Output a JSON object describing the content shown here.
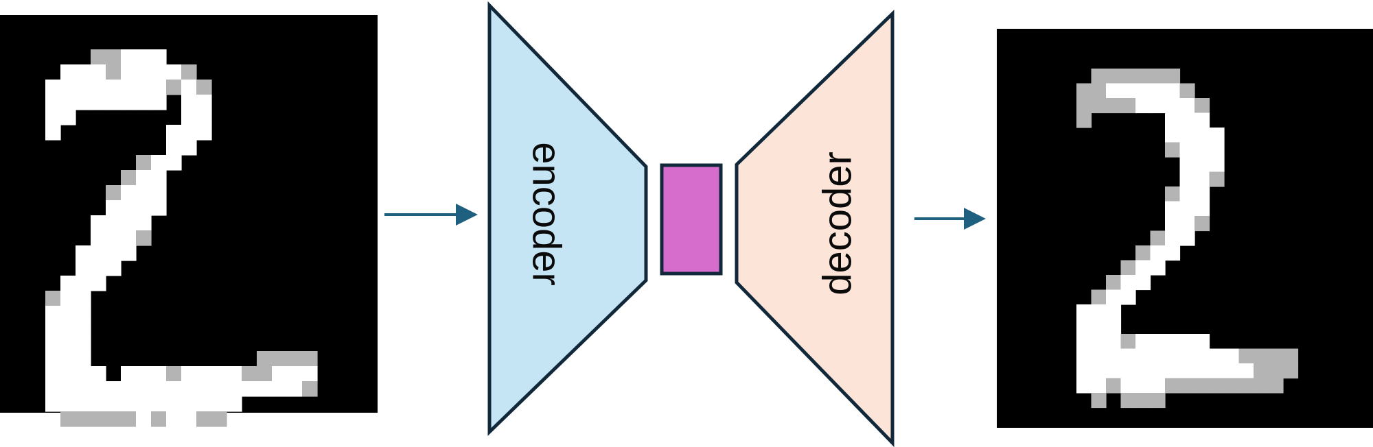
{
  "encoder": {
    "label": "encoder",
    "fill": "#c5e4f4"
  },
  "decoder": {
    "label": "decoder",
    "fill": "#fce4d8"
  },
  "latent": {
    "fill": "#d66ccb"
  },
  "colors": {
    "outline": "#10283a",
    "arrow": "#1f5f7f",
    "image_background": "#000000",
    "stroke_white": "#ffffff",
    "stroke_gray": "#b4b4b4"
  },
  "icons": {
    "input_image": "handwritten-digit-2-image",
    "output_image": "reconstructed-digit-2-image",
    "arrows": "right-arrow-icon"
  }
}
